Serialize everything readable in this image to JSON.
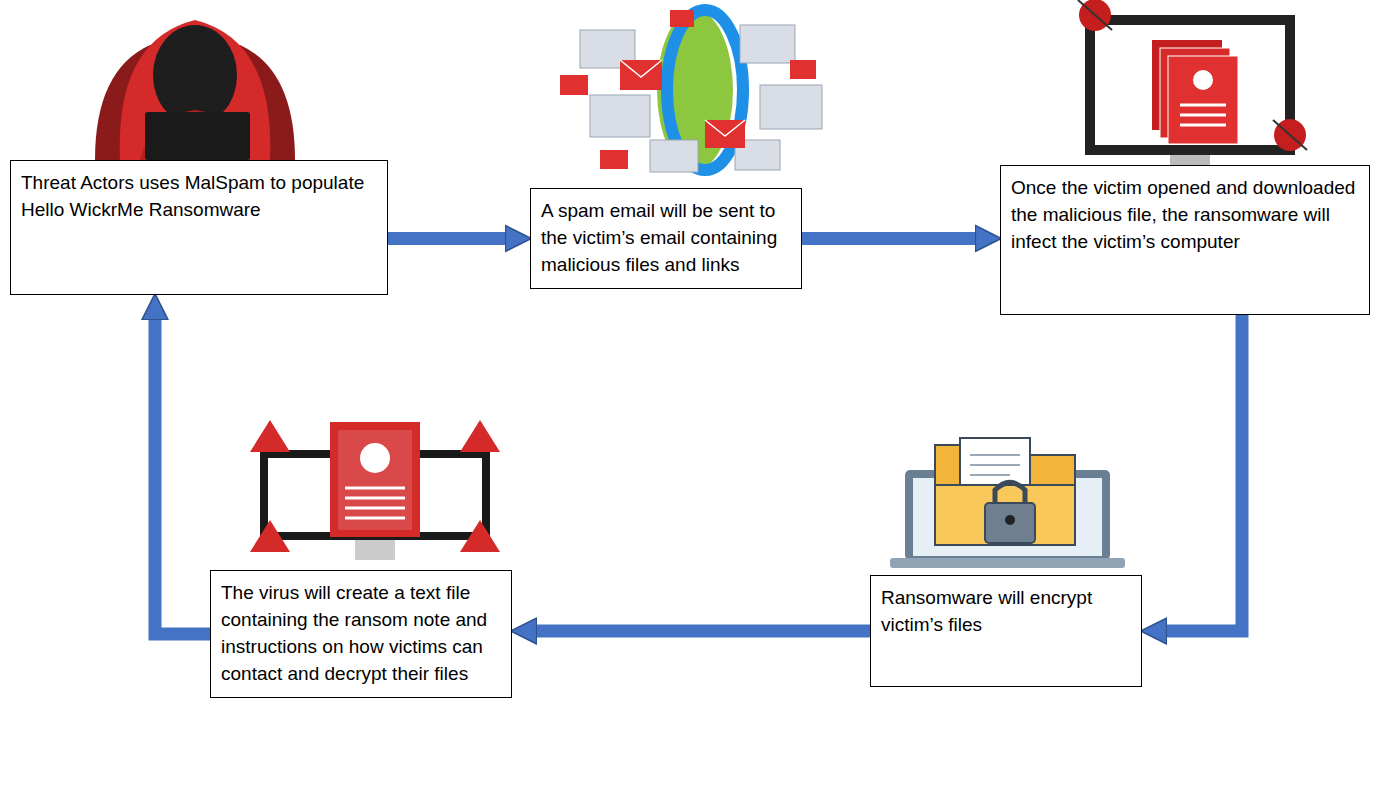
{
  "diagram": {
    "nodes": [
      {
        "text": [
          "Threat Actors uses MalSpam to populate Hello WickrMe Ransomware"
        ]
      },
      {
        "text": [
          "A spam email will be sent to the victim’s email containing malicious files and links"
        ]
      },
      {
        "text": [
          "Once the victim opened and downloaded the malicious file, the ransomware will infect the victim’s computer"
        ]
      },
      {
        "text": [
          "Ransomware will encrypt victim’s files"
        ]
      },
      {
        "text": [
          "The virus will create a text file containing the ransom note and instructions on how victims can contact and decrypt their files"
        ]
      }
    ],
    "edges": [
      {
        "from": 0,
        "to": 1,
        "arrow": "to"
      },
      {
        "from": 1,
        "to": 2,
        "arrow": "to"
      },
      {
        "from": 2,
        "to": 3,
        "arrow": "to"
      },
      {
        "from": 3,
        "to": 4,
        "arrow": "to"
      },
      {
        "from": 4,
        "to": 0,
        "arrow": "to"
      }
    ]
  }
}
